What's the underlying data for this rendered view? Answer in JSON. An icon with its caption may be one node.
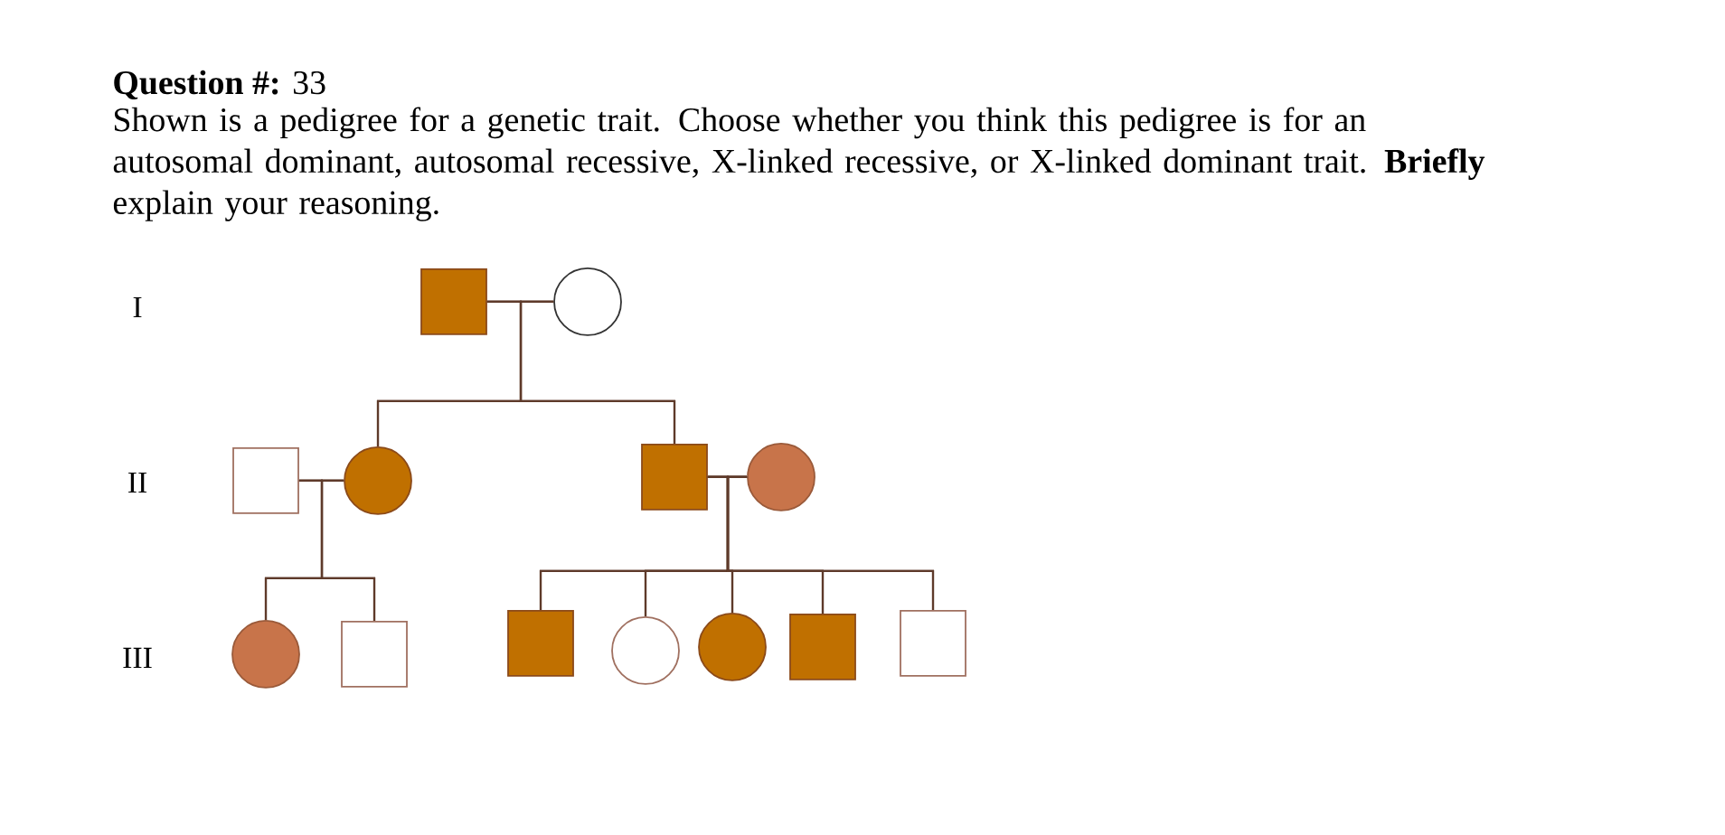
{
  "diagram": {
    "title": "**Question #:** 33",
    "nodes": [
      {
        "text": [],
        "shape": "box"
      },
      {
        "text": [],
        "shape": "circle"
      },
      {
        "text": [],
        "shape": "box"
      },
      {
        "text": [],
        "shape": "circle"
      },
      {
        "text": [],
        "shape": "box"
      },
      {
        "text": [],
        "shape": "circle"
      },
      {
        "text": [],
        "shape": "circle"
      },
      {
        "text": [],
        "shape": "box"
      },
      {
        "text": [],
        "shape": "box"
      },
      {
        "text": [],
        "shape": "circle"
      },
      {
        "text": [],
        "shape": "circle"
      },
      {
        "text": [],
        "shape": "box"
      },
      {
        "text": [],
        "shape": "box"
      }
    ],
    "edges": [
      {
        "from": 0,
        "to": 1,
        "arrow": "none"
      },
      {
        "from": 0,
        "to": 3,
        "arrow": "none"
      },
      {
        "from": 1,
        "to": 3,
        "arrow": "none"
      },
      {
        "from": 0,
        "to": 4,
        "arrow": "none"
      },
      {
        "from": 1,
        "to": 4,
        "arrow": "none"
      },
      {
        "from": 2,
        "to": 3,
        "arrow": "none"
      },
      {
        "from": 2,
        "to": 6,
        "arrow": "none"
      },
      {
        "from": 3,
        "to": 6,
        "arrow": "none"
      },
      {
        "from": 2,
        "to": 7,
        "arrow": "none"
      },
      {
        "from": 3,
        "to": 7,
        "arrow": "none"
      },
      {
        "from": 4,
        "to": 5,
        "arrow": "none"
      },
      {
        "from": 4,
        "to": 8,
        "arrow": "none"
      },
      {
        "from": 5,
        "to": 8,
        "arrow": "none"
      },
      {
        "from": 4,
        "to": 9,
        "arrow": "none"
      },
      {
        "from": 5,
        "to": 9,
        "arrow": "none"
      },
      {
        "from": 4,
        "to": 10,
        "arrow": "none"
      },
      {
        "from": 5,
        "to": 10,
        "arrow": "none"
      },
      {
        "from": 4,
        "to": 11,
        "arrow": "none"
      },
      {
        "from": 5,
        "to": 11,
        "arrow": "none"
      },
      {
        "from": 4,
        "to": 12,
        "arrow": "none"
      },
      {
        "from": 5,
        "to": 12,
        "arrow": "none"
      }
    ],
    "labels": [
      "Shown is a pedigree for a genetic trait. Choose whether you think this pedigree is for an autosomal dominant, autosomal recessive, X-linked recessive, or X-linked dominant trait. **Briefly** explain your reasoning.",
      "I",
      "II",
      "III"
    ]
  }
}
